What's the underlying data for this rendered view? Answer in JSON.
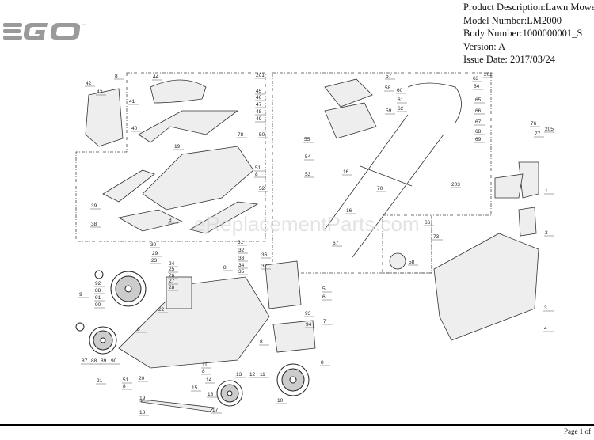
{
  "brand": {
    "logo_text": "EGO"
  },
  "info": {
    "product_description": "Product Description:Lawn Mower",
    "model_number": "Model Number:LM2000",
    "body_number": "Body Number:1000000001_S",
    "version": "Version: A",
    "issue_date": "Issue Date: 2017/03/24"
  },
  "watermark": "eReplacementParts.com",
  "footer": {
    "page": "Page 1 of"
  },
  "part_labels": [
    "201",
    "8",
    "42",
    "43",
    "44",
    "45",
    "46",
    "47",
    "48",
    "49",
    "41",
    "40",
    "19",
    "78",
    "50",
    "51",
    "8",
    "52",
    "39",
    "38",
    "8",
    "202",
    "57",
    "58",
    "60",
    "61",
    "62",
    "59",
    "63",
    "64",
    "65",
    "66",
    "67",
    "68",
    "69",
    "55",
    "54",
    "53",
    "16",
    "70",
    "203",
    "16",
    "66",
    "73",
    "67",
    "58",
    "76",
    "77",
    "205",
    "1",
    "2",
    "3",
    "4",
    "30",
    "29",
    "23",
    "24",
    "25",
    "26",
    "27",
    "28",
    "31",
    "32",
    "33",
    "34",
    "35",
    "36",
    "37",
    "8",
    "92",
    "88",
    "91",
    "90",
    "9",
    "22",
    "8",
    "87",
    "88",
    "89",
    "90",
    "21",
    "8",
    "51",
    "8",
    "20",
    "11",
    "8",
    "14",
    "13",
    "12",
    "11",
    "15",
    "16",
    "19",
    "17",
    "18",
    "10",
    "5",
    "6",
    "93",
    "7",
    "94",
    "8"
  ]
}
